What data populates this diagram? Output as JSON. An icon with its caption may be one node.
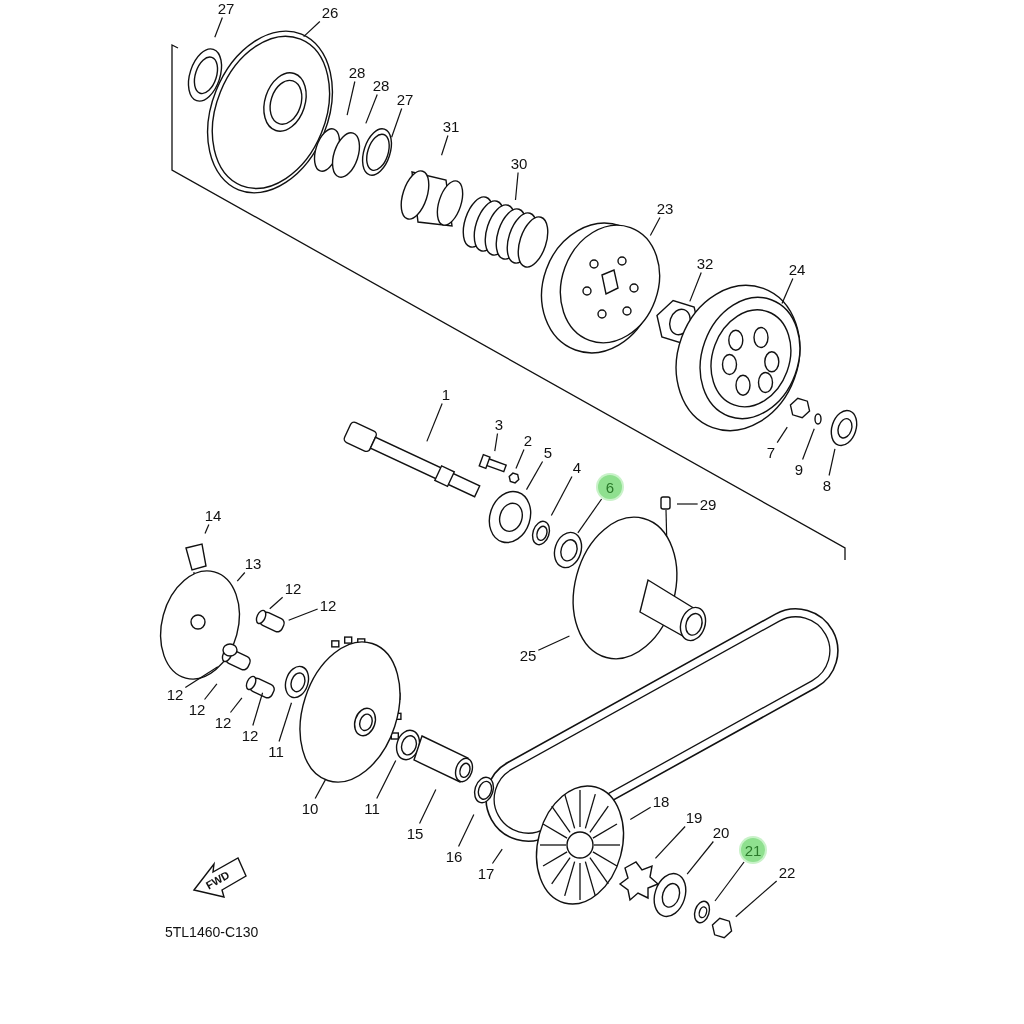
{
  "diagram": {
    "nodes": [
      {
        "text": [
          "27"
        ]
      },
      {
        "text": [
          "26"
        ]
      },
      {
        "text": [
          "28"
        ]
      },
      {
        "text": [
          "28"
        ]
      },
      {
        "text": [
          "27"
        ]
      },
      {
        "text": [
          "31"
        ]
      },
      {
        "text": [
          "30"
        ]
      },
      {
        "text": [
          "23"
        ]
      },
      {
        "text": [
          "32"
        ]
      },
      {
        "text": [
          "24"
        ]
      },
      {
        "text": [
          "1"
        ]
      },
      {
        "text": [
          "3"
        ]
      },
      {
        "text": [
          "2"
        ]
      },
      {
        "text": [
          "5"
        ]
      },
      {
        "text": [
          "4"
        ]
      },
      {
        "text": [
          "6"
        ]
      },
      {
        "text": [
          "29"
        ]
      },
      {
        "text": [
          "7"
        ]
      },
      {
        "text": [
          "9"
        ]
      },
      {
        "text": [
          "8"
        ]
      },
      {
        "text": [
          "14"
        ]
      },
      {
        "text": [
          "13"
        ]
      },
      {
        "text": [
          "12"
        ]
      },
      {
        "text": [
          "12"
        ]
      },
      {
        "text": [
          "12"
        ]
      },
      {
        "text": [
          "12"
        ]
      },
      {
        "text": [
          "12"
        ]
      },
      {
        "text": [
          "12"
        ]
      },
      {
        "text": [
          "25"
        ]
      },
      {
        "text": [
          "11"
        ]
      },
      {
        "text": [
          "11"
        ]
      },
      {
        "text": [
          "10"
        ]
      },
      {
        "text": [
          "15"
        ]
      },
      {
        "text": [
          "16"
        ]
      },
      {
        "text": [
          "17"
        ]
      },
      {
        "text": [
          "18"
        ]
      },
      {
        "text": [
          "19"
        ]
      },
      {
        "text": [
          "20"
        ]
      },
      {
        "text": [
          "21"
        ]
      },
      {
        "text": [
          "22"
        ]
      }
    ],
    "edges": [
      {
        "from": 0,
        "to": null,
        "arrow": "none"
      },
      {
        "from": 1,
        "to": null,
        "arrow": "none"
      },
      {
        "from": 2,
        "to": null,
        "arrow": "none"
      },
      {
        "from": 3,
        "to": null,
        "arrow": "none"
      },
      {
        "from": 4,
        "to": null,
        "arrow": "none"
      },
      {
        "from": 5,
        "to": null,
        "arrow": "none"
      },
      {
        "from": 6,
        "to": null,
        "arrow": "none"
      },
      {
        "from": 7,
        "to": null,
        "arrow": "none"
      },
      {
        "from": 8,
        "to": null,
        "arrow": "none"
      },
      {
        "from": 9,
        "to": null,
        "arrow": "none"
      },
      {
        "from": 10,
        "to": null,
        "arrow": "none"
      },
      {
        "from": 11,
        "to": null,
        "arrow": "none"
      },
      {
        "from": 12,
        "to": null,
        "arrow": "none"
      },
      {
        "from": 13,
        "to": null,
        "arrow": "none"
      },
      {
        "from": 14,
        "to": null,
        "arrow": "none"
      },
      {
        "from": 15,
        "to": null,
        "arrow": "none"
      },
      {
        "from": 16,
        "to": null,
        "arrow": "none"
      },
      {
        "from": 17,
        "to": null,
        "arrow": "none"
      },
      {
        "from": 18,
        "to": null,
        "arrow": "none"
      },
      {
        "from": 19,
        "to": null,
        "arrow": "none"
      },
      {
        "from": 20,
        "to": null,
        "arrow": "none"
      },
      {
        "from": 21,
        "to": null,
        "arrow": "none"
      },
      {
        "from": 22,
        "to": null,
        "arrow": "none"
      },
      {
        "from": 23,
        "to": null,
        "arrow": "none"
      },
      {
        "from": 24,
        "to": null,
        "arrow": "none"
      },
      {
        "from": 25,
        "to": null,
        "arrow": "none"
      },
      {
        "from": 26,
        "to": null,
        "arrow": "none"
      },
      {
        "from": 27,
        "to": null,
        "arrow": "none"
      },
      {
        "from": 28,
        "to": null,
        "arrow": "none"
      },
      {
        "from": 29,
        "to": null,
        "arrow": "none"
      },
      {
        "from": 30,
        "to": null,
        "arrow": "none"
      },
      {
        "from": 31,
        "to": null,
        "arrow": "none"
      },
      {
        "from": 32,
        "to": null,
        "arrow": "none"
      },
      {
        "from": 33,
        "to": null,
        "arrow": "none"
      },
      {
        "from": 34,
        "to": null,
        "arrow": "none"
      },
      {
        "from": 35,
        "to": null,
        "arrow": "none"
      },
      {
        "from": 36,
        "to": null,
        "arrow": "none"
      },
      {
        "from": 37,
        "to": null,
        "arrow": "none"
      },
      {
        "from": 38,
        "to": null,
        "arrow": "none"
      },
      {
        "from": 39,
        "to": null,
        "arrow": "none"
      }
    ],
    "labels": [
      "FWD",
      "5TL1460-C130"
    ]
  }
}
